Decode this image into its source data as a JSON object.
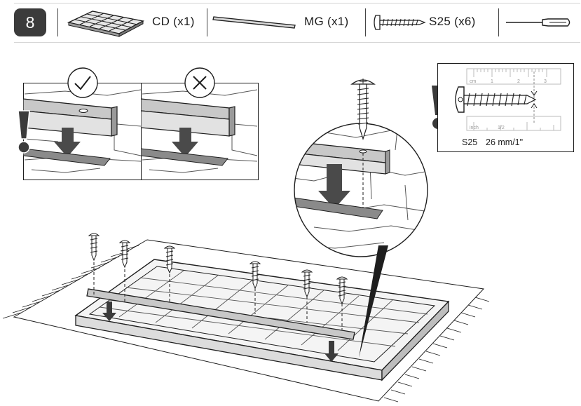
{
  "step": {
    "number": "8"
  },
  "parts": [
    {
      "code": "CD",
      "qty": "(x1)",
      "label": "CD (x1)",
      "icon": "cross-divider-icon"
    },
    {
      "code": "MG",
      "qty": "(x1)",
      "label": "MG (x1)",
      "icon": "metal-guide-rod-icon"
    },
    {
      "code": "S25",
      "qty": "(x6)",
      "label": "S25 (x6)",
      "icon": "screw-icon"
    }
  ],
  "tool": {
    "icon": "screwdriver-icon"
  },
  "checks": {
    "correct": "check-mark-icon",
    "wrong": "cross-mark-icon"
  },
  "screw_spec": {
    "code": "S25",
    "size": "26 mm/1\""
  },
  "ruler": {
    "top_unit": "cm",
    "top_ticks": [
      "1",
      "2",
      "3"
    ],
    "bottom_unit": "inch",
    "bottom_ticks": [
      "1/2"
    ]
  },
  "colors": {
    "badge": "#3b3b3b",
    "ink": "#1e1e1e",
    "rail": "#c8c8c8",
    "slot": "#8a8a8a"
  }
}
